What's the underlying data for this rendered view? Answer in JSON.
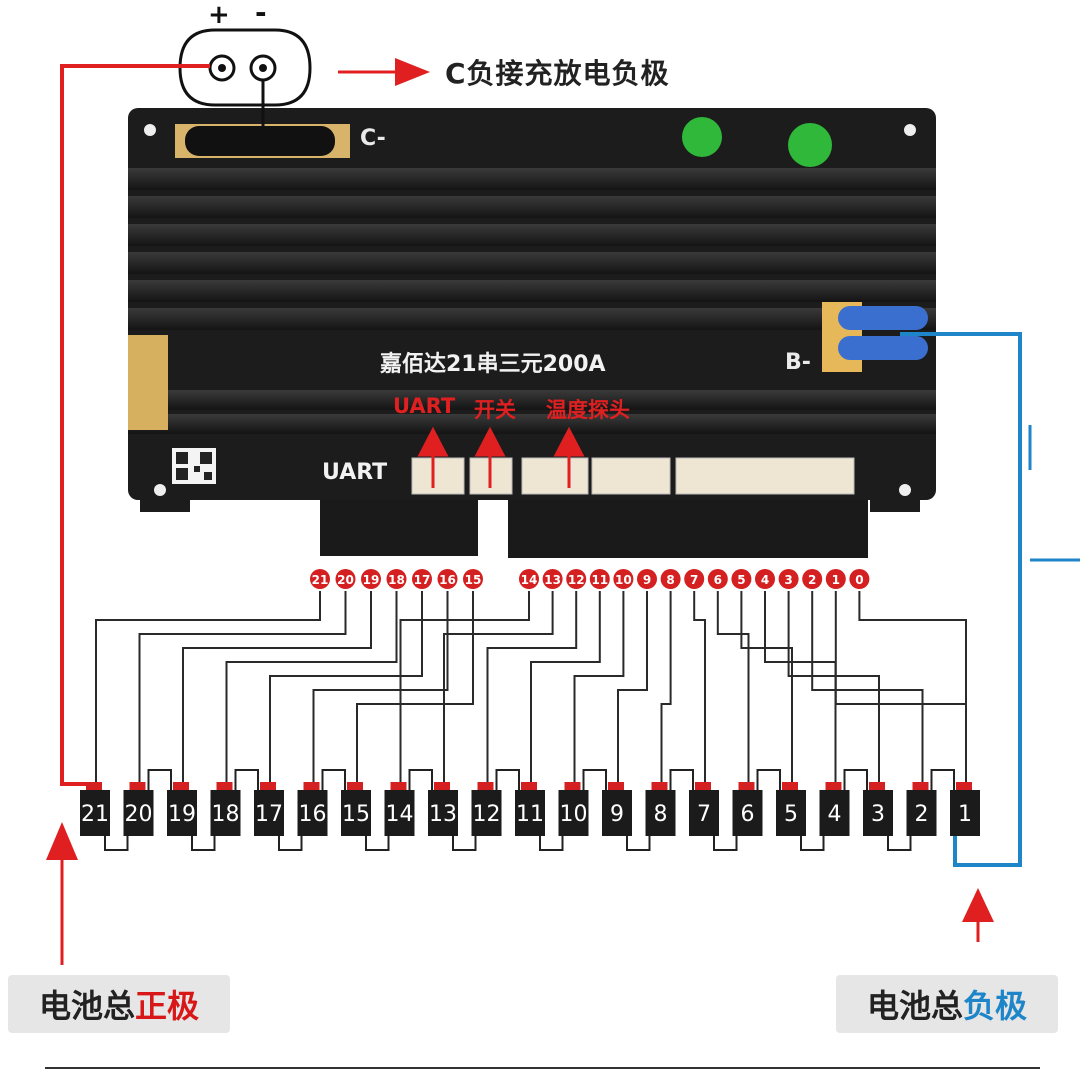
{
  "top_connector": {
    "plus_sign": "+",
    "minus_sign": "-"
  },
  "charge_label": "C负接充放电负极",
  "bms": {
    "title": "嘉佰达21串三元200A",
    "c_minus_label": "C-",
    "b_minus_label": "B-",
    "uart_label": "UART"
  },
  "port_notes": {
    "uart": "UART",
    "switch": "开关",
    "temp_probe": "温度探头"
  },
  "sense_pins": [
    "21",
    "20",
    "19",
    "18",
    "17",
    "16",
    "15",
    "14",
    "13",
    "12",
    "11",
    "10",
    "9",
    "8",
    "7",
    "6",
    "5",
    "4",
    "3",
    "2",
    "1",
    "0"
  ],
  "cells": [
    "21",
    "20",
    "19",
    "18",
    "17",
    "16",
    "15",
    "14",
    "13",
    "12",
    "11",
    "10",
    "9",
    "8",
    "7",
    "6",
    "5",
    "4",
    "3",
    "2",
    "1"
  ],
  "battery_positive": {
    "prefix": "电池总",
    "highlight": "正极"
  },
  "battery_negative": {
    "prefix": "电池总",
    "highlight": "负极"
  },
  "colors": {
    "positive_wire": "#e02020",
    "negative_wire": "#1e86c8",
    "pin_red": "#d42020",
    "bms_body": "#1e1e1e"
  }
}
